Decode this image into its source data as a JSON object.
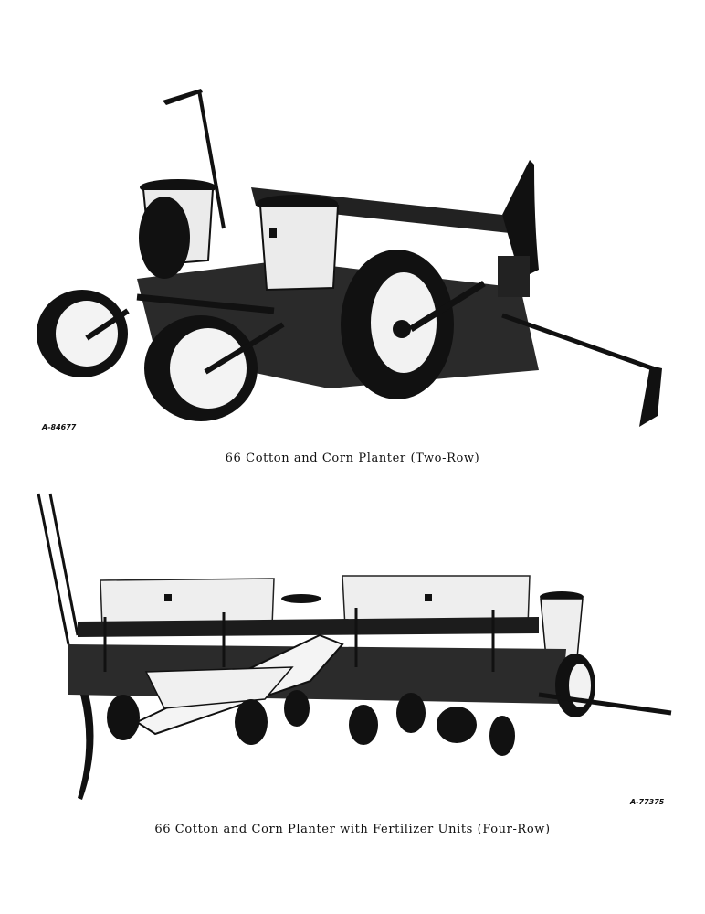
{
  "figures": [
    {
      "figure_number": "A-84677",
      "caption": "66 Cotton and Corn Planter (Two-Row)"
    },
    {
      "figure_number": "A-77375",
      "caption": "66 Cotton and Corn Planter with Fertilizer Units (Four-Row)"
    }
  ],
  "colors": {
    "ink": "#111111",
    "paper": "#ffffff",
    "hopper": "#e9e9e9"
  }
}
